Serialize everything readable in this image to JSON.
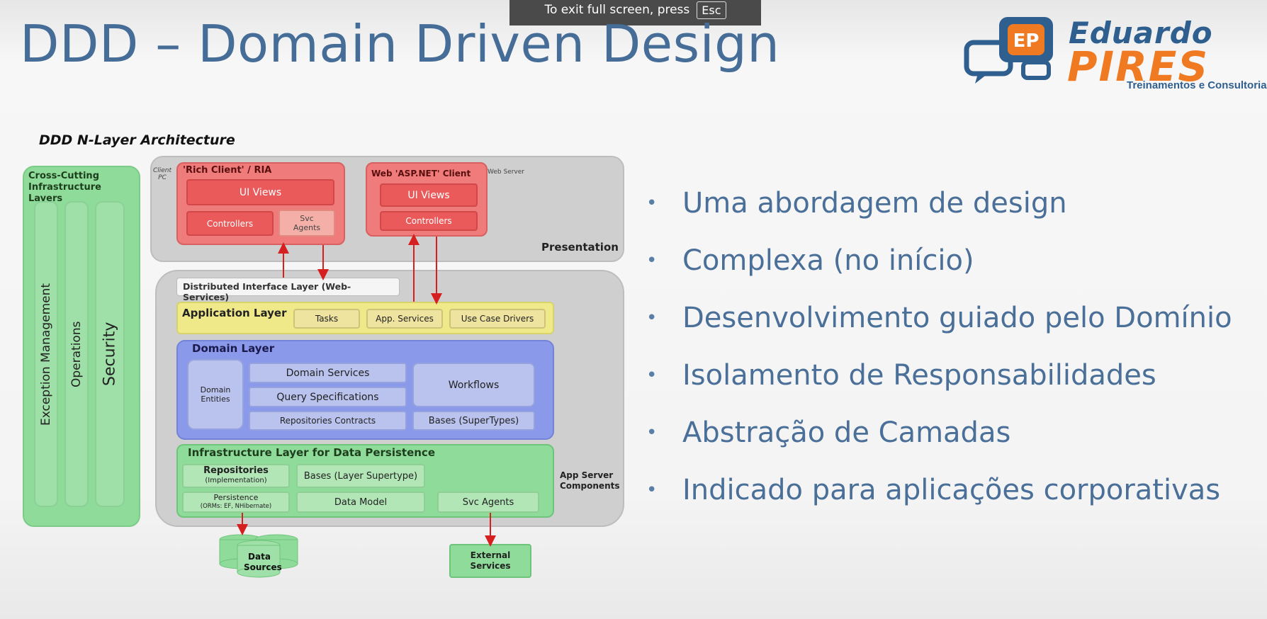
{
  "fullscreen_notice": {
    "text": "To exit full screen, press",
    "key": "Esc"
  },
  "slide": {
    "title": "DDD – Domain Driven Design"
  },
  "logo": {
    "word1": "Eduardo",
    "word2": "PIRES",
    "tagline": "Treinamentos e Consultoria",
    "icon_letters": "EP"
  },
  "diagram": {
    "title": "DDD N-Layer Architecture",
    "cross_cutting": {
      "label": "Cross-Cutting Infrastructure Layers",
      "columns": [
        "Exception Management",
        "Operations",
        "Security"
      ]
    },
    "presentation": {
      "label": "Presentation",
      "client_pc": "Client PC",
      "web_server": "Web Server",
      "rich_client": {
        "title": "'Rich Client' / RIA",
        "ui_views": "UI Views",
        "controllers": "Controllers",
        "svc_agents": "Svc Agents"
      },
      "web_client": {
        "title": "Web 'ASP.NET' Client",
        "ui_views": "UI Views",
        "controllers": "Controllers"
      }
    },
    "distributed_interface": "Distributed Interface Layer (Web-Services)",
    "application": {
      "label": "Application Layer",
      "items": [
        "Tasks",
        "App. Services",
        "Use Case Drivers"
      ]
    },
    "domain": {
      "label": "Domain Layer",
      "entities": "Domain Entities",
      "services": "Domain Services",
      "query_specs": "Query Specifications",
      "repo_contracts": "Repositories Contracts",
      "workflows": "Workflows",
      "bases": "Bases (SuperTypes)"
    },
    "infrastructure": {
      "label": "Infrastructure Layer for Data Persistence",
      "repositories": "Repositories",
      "repositories_sub": "(Implementation)",
      "bases": "Bases (Layer Supertype)",
      "persistence": "Persistence",
      "persistence_sub": "(ORMs: EF, NHibernate)",
      "data_model": "Data Model",
      "svc_agents": "Svc Agents"
    },
    "app_server": "App Server Components",
    "data_sources": "Data Sources",
    "external_services": "External Services"
  },
  "bullets": [
    "Uma abordagem de design",
    "Complexa (no início)",
    "Desenvolvimento guiado pelo Domínio",
    "Isolamento de Responsabilidades",
    "Abstração de Camadas",
    "Indicado para aplicações corporativas"
  ],
  "colors": {
    "title": "#456d97",
    "bullet_text": "#4a6f98",
    "logo_orange": "#f07a22",
    "logo_blue": "#2f5f8f"
  }
}
